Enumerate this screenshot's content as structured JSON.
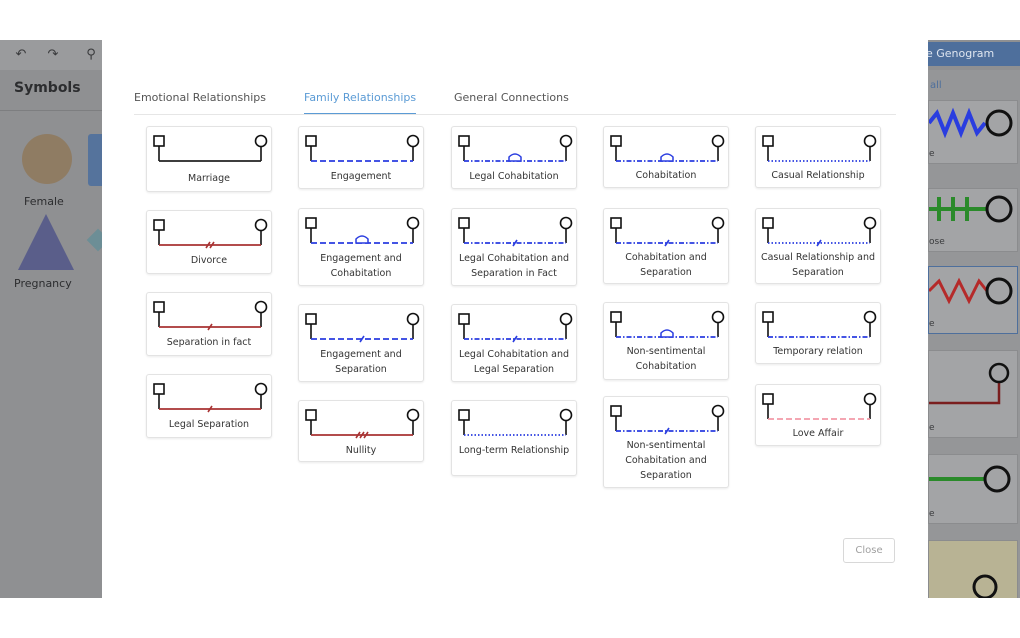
{
  "background": {
    "sidebar_title": "Symbols",
    "shapes": [
      {
        "label": "Female"
      },
      {
        "label": "Pregnancy"
      }
    ],
    "top_button_label": "e Genogram",
    "right_link": "all",
    "right_cards": [
      {
        "label": "e"
      },
      {
        "label": "ose"
      },
      {
        "label": "e"
      },
      {
        "label": "e"
      },
      {
        "label": "e"
      },
      {
        "label": ""
      }
    ]
  },
  "dialog": {
    "tabs": [
      {
        "label": "Emotional Relationships",
        "active": false
      },
      {
        "label": "Family Relationships",
        "active": true
      },
      {
        "label": "General Connections",
        "active": false
      }
    ],
    "close_label": "Close",
    "items": [
      {
        "label": "Marriage",
        "color": "#222222",
        "style": "solid",
        "marker": "none"
      },
      {
        "label": "Divorce",
        "color": "#a83232",
        "style": "solid",
        "marker": "double-slash"
      },
      {
        "label": "Separation in fact",
        "color": "#a83232",
        "style": "solid",
        "marker": "slash"
      },
      {
        "label": "Legal Separation",
        "color": "#a83232",
        "style": "solid",
        "marker": "slash"
      },
      {
        "label": "Engagement",
        "color": "#2a3de0",
        "style": "dashed",
        "marker": "none"
      },
      {
        "label": "Engagement and Cohabitation",
        "color": "#2a3de0",
        "style": "dashed",
        "marker": "house"
      },
      {
        "label": "Engagement and Separation",
        "color": "#2a3de0",
        "style": "dashed",
        "marker": "slash"
      },
      {
        "label": "Nullity",
        "color": "#a83232",
        "style": "solid",
        "marker": "triple-slash"
      },
      {
        "label": "Legal Cohabitation",
        "color": "#2a3de0",
        "style": "dashdot",
        "marker": "house"
      },
      {
        "label": "Legal Cohabitation and Separation in Fact",
        "color": "#2a3de0",
        "style": "dashdot",
        "marker": "slash"
      },
      {
        "label": "Legal Cohabitation and Legal Separation",
        "color": "#2a3de0",
        "style": "dashdot",
        "marker": "slash"
      },
      {
        "label": "Long-term Relationship",
        "color": "#2a3de0",
        "style": "dotted",
        "marker": "none"
      },
      {
        "label": "Cohabitation",
        "color": "#2a3de0",
        "style": "dashdot",
        "marker": "house"
      },
      {
        "label": "Cohabitation and Separation",
        "color": "#2a3de0",
        "style": "dashdot",
        "marker": "slash"
      },
      {
        "label": "Non-sentimental Cohabitation",
        "color": "#2a3de0",
        "style": "dashdot",
        "marker": "house"
      },
      {
        "label": "Non-sentimental Cohabitation and Separation",
        "color": "#2a3de0",
        "style": "dashdot",
        "marker": "slash"
      },
      {
        "label": "Casual Relationship",
        "color": "#2a3de0",
        "style": "dotted",
        "marker": "none"
      },
      {
        "label": "Casual Relationship and Separation",
        "color": "#2a3de0",
        "style": "dotted",
        "marker": "slash"
      },
      {
        "label": "Temporary relation",
        "color": "#2a3de0",
        "style": "dashdot",
        "marker": "none"
      },
      {
        "label": "Love Affair",
        "color": "#f29aa8",
        "style": "dashed",
        "marker": "none"
      }
    ]
  }
}
